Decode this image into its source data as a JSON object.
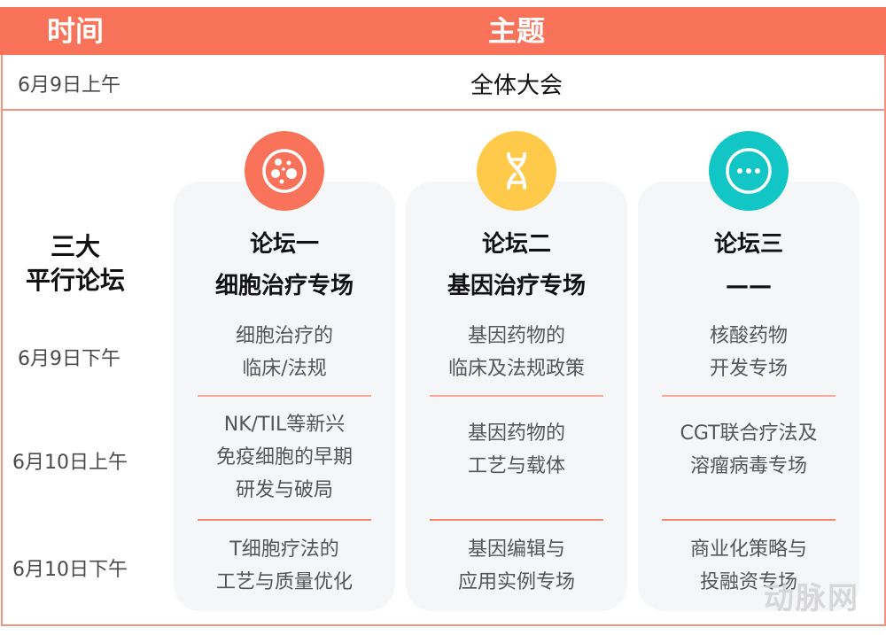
{
  "header": {
    "time_label": "时间",
    "topic_label": "主题",
    "background_color": "#F8735A"
  },
  "plenary_row": {
    "time": "6月9日上午",
    "topic": "全体大会"
  },
  "parallel_section": {
    "title_line1": "三大",
    "title_line2": "平行论坛"
  },
  "time_slots": [
    "6月9日下午",
    "6月10日上午",
    "6月10日下午"
  ],
  "forums": [
    {
      "icon": "cell-petri-dish-icon",
      "icon_color": "#F8735A",
      "name": "论坛一",
      "theme": "细胞治疗专场",
      "sessions": [
        [
          "细胞治疗的",
          "临床/法规"
        ],
        [
          "NK/TIL等新兴",
          "免疫细胞的早期",
          "研发与破局"
        ],
        [
          "T细胞疗法的",
          "工艺与质量优化"
        ]
      ]
    },
    {
      "icon": "dna-helix-icon",
      "icon_color": "#FFC94A",
      "name": "论坛二",
      "theme": "基因治疗专场",
      "sessions": [
        [
          "基因药物的",
          "临床及法规政策"
        ],
        [
          "基因药物的",
          "工艺与载体"
        ],
        [
          "基因编辑与",
          "应用实例专场"
        ]
      ]
    },
    {
      "icon": "more-dots-icon",
      "icon_color": "#12C6C6",
      "name": "论坛三",
      "theme": "——",
      "sessions": [
        [
          "核酸药物",
          "开发专场"
        ],
        [
          "CGT联合疗法及",
          "溶瘤病毒专场"
        ],
        [
          "商业化策略与",
          "投融资专场"
        ]
      ]
    }
  ],
  "watermark": "动脉网"
}
